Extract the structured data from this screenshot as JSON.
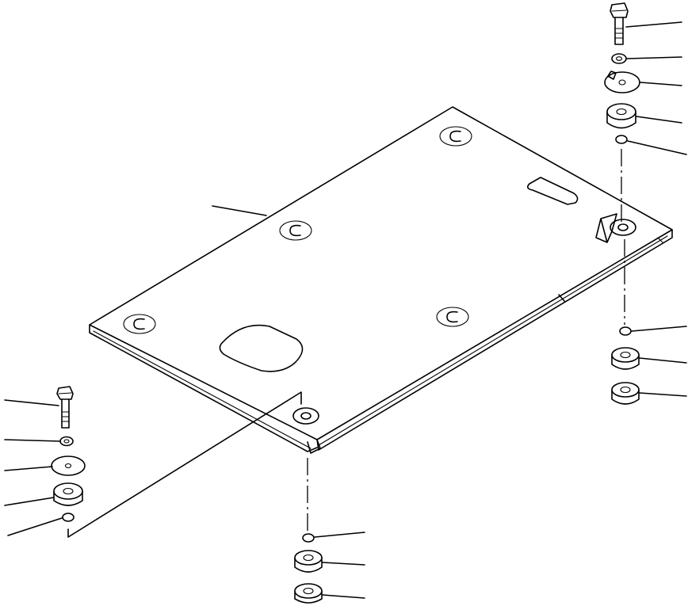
{
  "diagram": {
    "labels": [],
    "parts": [
      {
        "name": "floor-plate"
      },
      {
        "name": "bolt"
      },
      {
        "name": "lock-washer"
      },
      {
        "name": "washer-plate"
      },
      {
        "name": "rubber-mount"
      },
      {
        "name": "o-ring"
      },
      {
        "name": "rubber-cushion"
      }
    ],
    "colors": {
      "line": "#000000",
      "background": "#ffffff"
    }
  }
}
